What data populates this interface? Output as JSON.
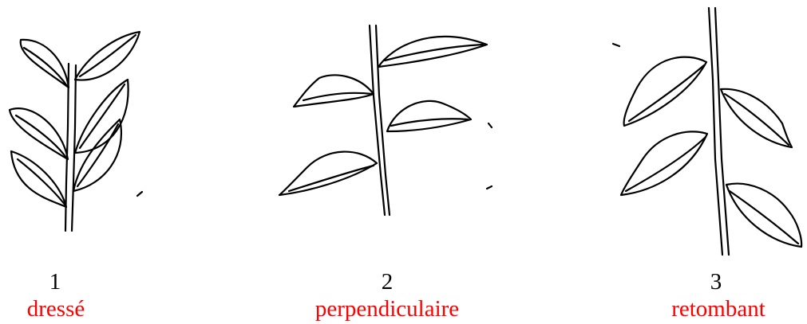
{
  "figures": [
    {
      "number": "1",
      "label": "dressé"
    },
    {
      "number": "2",
      "label": "perpendiculaire"
    },
    {
      "number": "3",
      "label": "retombant"
    }
  ],
  "colors": {
    "label": "#ff0000",
    "number": "#000000",
    "line": "#000000"
  }
}
